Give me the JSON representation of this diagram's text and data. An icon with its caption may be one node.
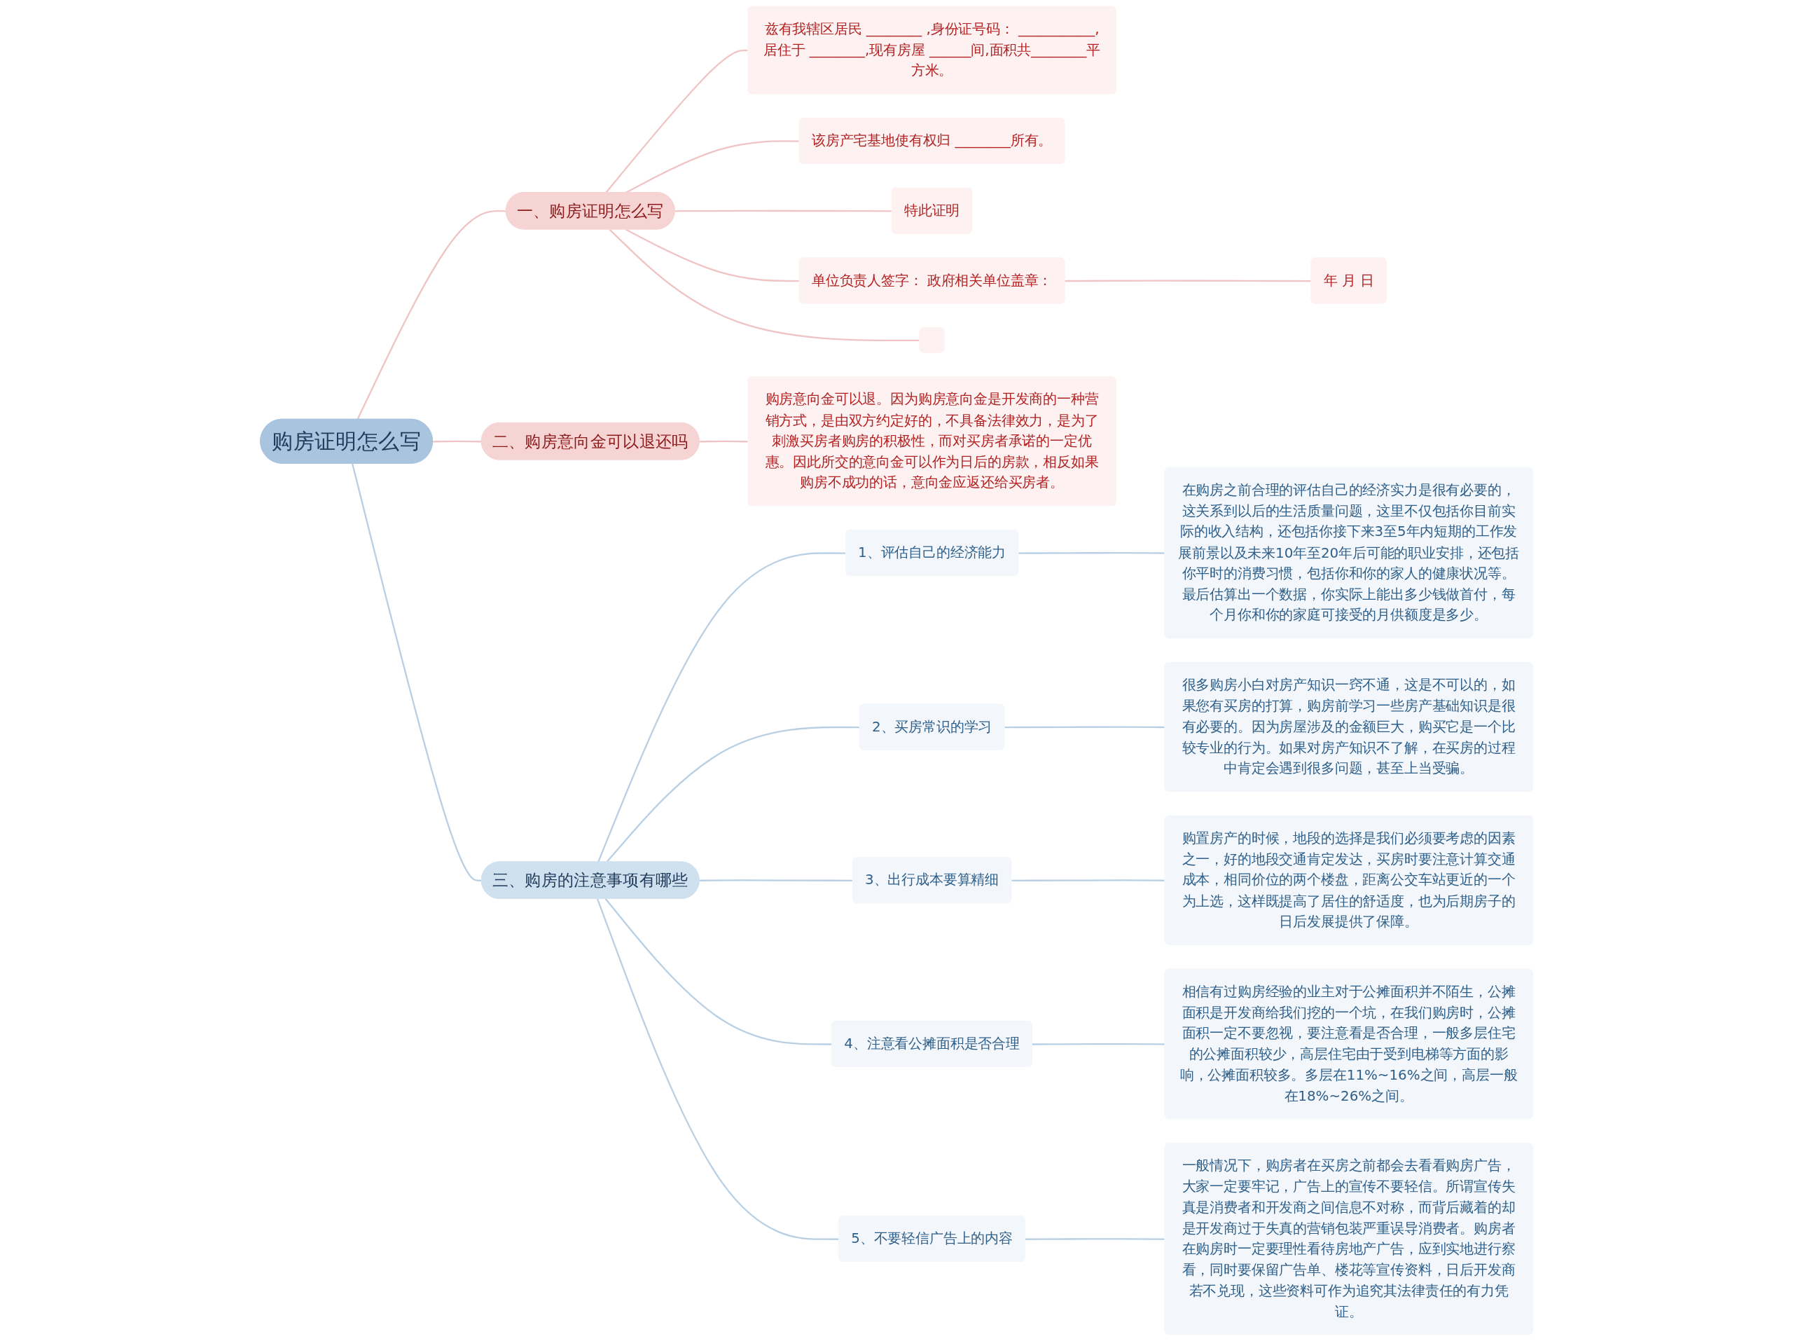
{
  "diagram": {
    "nodes": [
      {
        "text": [
          "购房证明怎么写"
        ]
      },
      {
        "text": [
          "一、购房证明怎么写"
        ]
      },
      {
        "text": [
          "兹有我辖区居民 ________ ,身份证号码： ___________,居住于 ________,现有房屋 ______间,面积共________平方米。"
        ]
      },
      {
        "text": [
          "该房产宅基地使有权归 ________所有。"
        ]
      },
      {
        "text": [
          "特此证明"
        ]
      },
      {
        "text": [
          "单位负责人签字：  政府相关单位盖章："
        ]
      },
      {
        "text": [
          "年 月 日"
        ]
      },
      {
        "text": [],
        "shape": "box"
      },
      {
        "text": [
          "二、购房意向金可以退还吗"
        ]
      },
      {
        "text": [
          "购房意向金可以退。因为购房意向金是开发商的一种营销方式，是由双方约定好的，不具备法律效力，是为了刺激买房者购房的积极性，而对买房者承诺的一定优惠。因此所交的意向金可以作为日后的房款，相反如果购房不成功的话，意向金应返还给买房者。"
        ]
      },
      {
        "text": [
          "三、购房的注意事项有哪些"
        ]
      },
      {
        "text": [
          "1、评估自己的经济能力"
        ]
      },
      {
        "text": [
          "在购房之前合理的评估自己的经济实力是很有必要的，这关系到以后的生活质量问题，这里不仅包括你目前实际的收入结构，还包括你接下来3至5年内短期的工作发展前景以及未来10年至20年后可能的职业安排，还包括你平时的消费习惯，包括你和你的家人的健康状况等。最后估算出一个数据，你实际上能出多少钱做首付，每个月你和你的家庭可接受的月供额度是多少。"
        ]
      },
      {
        "text": [
          "2、买房常识的学习"
        ]
      },
      {
        "text": [
          "很多购房小白对房产知识一窍不通，这是不可以的，如果您有买房的打算，购房前学习一些房产基础知识是很有必要的。因为房屋涉及的金额巨大，购买它是一个比较专业的行为。如果对房产知识不了解，在买房的过程中肯定会遇到很多问题，甚至上当受骗。"
        ]
      },
      {
        "text": [
          "3、出行成本要算精细"
        ]
      },
      {
        "text": [
          "购置房产的时候，地段的选择是我们必须要考虑的因素之一，好的地段交通肯定发达，买房时要注意计算交通成本，相同价位的两个楼盘，距离公交车站更近的一个为上选，这样既提高了居住的舒适度，也为后期房子的日后发展提供了保障。"
        ]
      },
      {
        "text": [
          "4、注意看公摊面积是否合理"
        ]
      },
      {
        "text": [
          "相信有过购房经验的业主对于公摊面积并不陌生，公摊面积是开发商给我们挖的一个坑，在我们购房时，公摊面积一定不要忽视，要注意看是否合理，一般多层住宅的公摊面积较少，高层住宅由于受到电梯等方面的影响，公摊面积较多。多层在11%~16%之间，高层一般在18%~26%之间。"
        ]
      },
      {
        "text": [
          "5、不要轻信广告上的内容"
        ]
      },
      {
        "text": [
          "一般情况下，购房者在买房之前都会去看看购房广告，大家一定要牢记，广告上的宣传不要轻信。所谓宣传失真是消费者和开发商之间信息不对称，而背后藏着的却是开发商过于失真的营销包装严重误导消费者。购房者在购房时一定要理性看待房地产广告，应到实地进行察看，同时要保留广告单、楼花等宣传资料，日后开发商若不兑现，这些资料可作为追究其法律责任的有力凭证。"
        ]
      }
    ],
    "edges": [
      {
        "from": 0,
        "to": 1,
        "arrow": "none",
        "color": "#f0c4c4"
      },
      {
        "from": 1,
        "to": 2,
        "arrow": "none",
        "color": "#f0c4c4"
      },
      {
        "from": 1,
        "to": 3,
        "arrow": "none",
        "color": "#f0c4c4"
      },
      {
        "from": 1,
        "to": 4,
        "arrow": "none",
        "color": "#f0c4c4"
      },
      {
        "from": 1,
        "to": 5,
        "arrow": "none",
        "color": "#f0c4c4"
      },
      {
        "from": 5,
        "to": 6,
        "arrow": "none",
        "color": "#f0c4c4"
      },
      {
        "from": 1,
        "to": 7,
        "arrow": "none",
        "color": "#f0c4c4"
      },
      {
        "from": 0,
        "to": 8,
        "arrow": "none",
        "color": "#f0c4c4"
      },
      {
        "from": 8,
        "to": 9,
        "arrow": "none",
        "color": "#f0c4c4"
      },
      {
        "from": 0,
        "to": 10,
        "arrow": "none"
      },
      {
        "from": 10,
        "to": 11,
        "arrow": "none"
      },
      {
        "from": 11,
        "to": 12,
        "arrow": "none"
      },
      {
        "from": 10,
        "to": 13,
        "arrow": "none"
      },
      {
        "from": 13,
        "to": 14,
        "arrow": "none"
      },
      {
        "from": 10,
        "to": 15,
        "arrow": "none"
      },
      {
        "from": 15,
        "to": 16,
        "arrow": "none"
      },
      {
        "from": 10,
        "to": 17,
        "arrow": "none"
      },
      {
        "from": 17,
        "to": 18,
        "arrow": "none"
      },
      {
        "from": 10,
        "to": 19,
        "arrow": "none"
      },
      {
        "from": 19,
        "to": 20,
        "arrow": "none"
      }
    ]
  }
}
